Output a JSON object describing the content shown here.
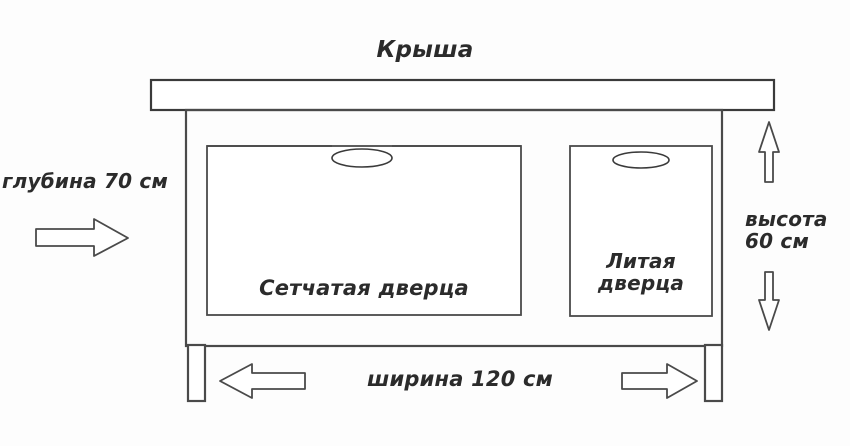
{
  "diagram": {
    "title": "Крыша",
    "labels": {
      "roof": "Крыша",
      "depth": "глубина 70 см",
      "height": "высота\n60 см",
      "width": "ширина 120 см",
      "mesh_door": "Сетчатая дверца",
      "solid_door": "Литая\nдверца"
    },
    "measurements": {
      "depth_value": "70",
      "depth_unit": "см",
      "height_value": "60",
      "height_unit": "см",
      "width_value": "120",
      "width_unit": "см"
    },
    "parts": [
      {
        "name": "roof",
        "label": "Крыша"
      },
      {
        "name": "mesh-door",
        "label": "Сетчатая дверца"
      },
      {
        "name": "solid-door",
        "label": "Литая дверца"
      },
      {
        "name": "left-leg",
        "label": ""
      },
      {
        "name": "right-leg",
        "label": ""
      }
    ],
    "colors": {
      "background": "#fdfdfd",
      "stroke": "#3a3a3a",
      "stroke_light": "#6e6e6e",
      "fill": "#ffffff",
      "text": "#2b2b2b"
    },
    "arrows": [
      {
        "name": "depth-arrow",
        "direction": "right"
      },
      {
        "name": "height-arrow-up",
        "direction": "up"
      },
      {
        "name": "height-arrow-down",
        "direction": "down"
      },
      {
        "name": "width-arrow-left",
        "direction": "left"
      },
      {
        "name": "width-arrow-right",
        "direction": "right"
      }
    ]
  }
}
